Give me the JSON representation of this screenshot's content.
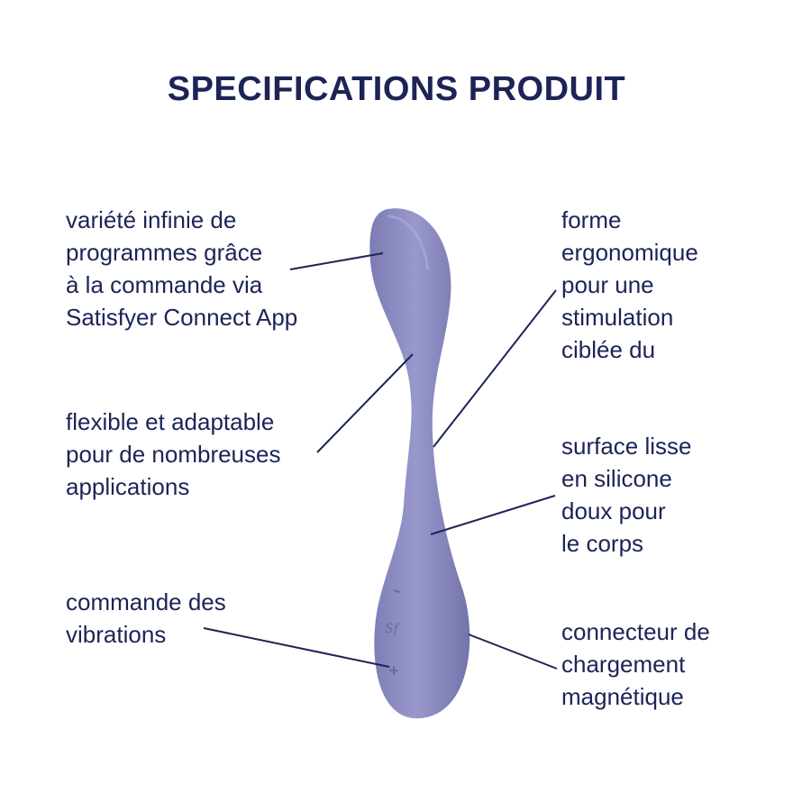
{
  "title": "SPECIFICATIONS PRODUIT",
  "colors": {
    "text": "#1c2457",
    "product": "#8f8fc4",
    "lines": "#1c2457"
  },
  "features": {
    "programs": [
      "variété infinie de",
      "programmes grâce",
      "à la commande via",
      "Satisfyer Connect App"
    ],
    "flexible": [
      "flexible et adaptable",
      "pour de nombreuses",
      "applications"
    ],
    "vibration": [
      "commande des",
      "vibrations"
    ],
    "ergonomic": [
      "forme",
      "ergonomique",
      "pour une",
      "stimulation",
      "ciblée du"
    ],
    "surface": [
      "surface lisse",
      "en silicone",
      "doux pour",
      "le corps"
    ],
    "connector": [
      "connecteur de",
      "chargement",
      "magnétique"
    ]
  },
  "product": {
    "buttons": [
      "–",
      "Sf",
      "+"
    ]
  }
}
